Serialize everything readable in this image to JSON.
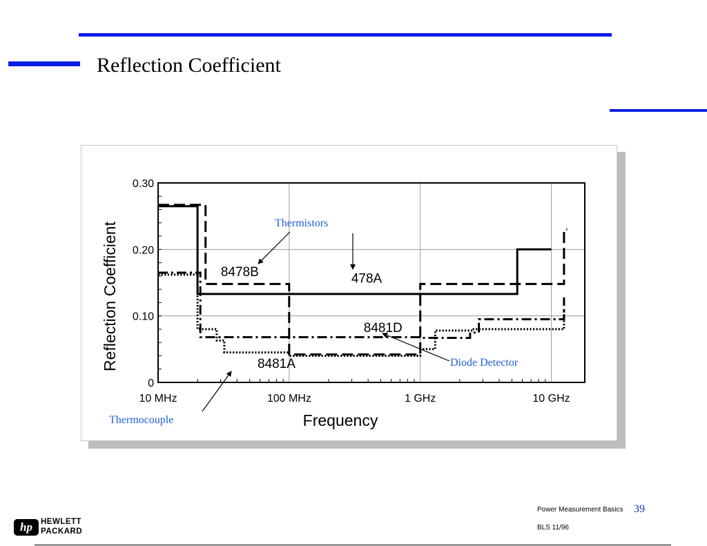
{
  "slide": {
    "title": "Reflection Coefficient",
    "accent_color": "#0a1ee6",
    "annotation_color": "#1f5fd6"
  },
  "annotations": {
    "thermistors": "Thermistors",
    "diode_detector": "Diode Detector",
    "thermocouple": "Thermocouple"
  },
  "footer": {
    "title": "Power Measurement Basics",
    "page_number": "39",
    "date": "BLS  11/96",
    "logo_mark": "hp",
    "logo_line1": "HEWLETT",
    "logo_line2": "PACKARD"
  },
  "chart_data": {
    "type": "line",
    "xlabel": "Frequency",
    "ylabel": "Reflection Coefficient",
    "x_scale": "log",
    "xlim_hz": [
      10000000,
      18000000000
    ],
    "ylim": [
      0,
      0.3
    ],
    "grid": true,
    "x_ticks": [
      {
        "value_hz": 10000000,
        "label": "10 MHz"
      },
      {
        "value_hz": 100000000,
        "label": "100 MHz"
      },
      {
        "value_hz": 1000000000,
        "label": "1 GHz"
      },
      {
        "value_hz": 10000000000,
        "label": "10 GHz"
      }
    ],
    "y_ticks": [
      {
        "value": 0,
        "label": "0"
      },
      {
        "value": 0.1,
        "label": "0.10"
      },
      {
        "value": 0.2,
        "label": "0.20"
      },
      {
        "value": 0.3,
        "label": "0.30"
      }
    ],
    "series": [
      {
        "name": "478A",
        "style": "solid",
        "points": [
          [
            10000000,
            0.265
          ],
          [
            20000000,
            0.265
          ],
          [
            20000000,
            0.133
          ],
          [
            5500000000,
            0.133
          ],
          [
            5500000000,
            0.2
          ],
          [
            10000000000,
            0.2
          ]
        ]
      },
      {
        "name": "8478B",
        "style": "dashed",
        "points": [
          [
            10000000,
            0.267
          ],
          [
            23000000,
            0.267
          ],
          [
            23000000,
            0.148
          ],
          [
            100000000,
            0.148
          ],
          [
            100000000,
            0.042
          ],
          [
            1000000000,
            0.042
          ],
          [
            1000000000,
            0.148
          ],
          [
            12500000000,
            0.148
          ],
          [
            12500000000,
            0.23
          ],
          [
            13200000000,
            0.23
          ]
        ]
      },
      {
        "name": "8481D",
        "style": "dash-dot",
        "points": [
          [
            10000000,
            0.165
          ],
          [
            21000000,
            0.165
          ],
          [
            21000000,
            0.068
          ],
          [
            1000000000,
            0.068
          ],
          [
            1000000000,
            0.067
          ],
          [
            1350000000,
            0.067
          ],
          [
            1350000000,
            0.067
          ],
          [
            2400000000,
            0.067
          ],
          [
            2400000000,
            0.075
          ],
          [
            2800000000,
            0.075
          ],
          [
            2800000000,
            0.095
          ],
          [
            12500000000,
            0.095
          ],
          [
            12500000000,
            0.128
          ]
        ]
      },
      {
        "name": "8481A",
        "style": "dotted",
        "points": [
          [
            10000000,
            0.162
          ],
          [
            20000000,
            0.162
          ],
          [
            20000000,
            0.08
          ],
          [
            28000000,
            0.08
          ],
          [
            28000000,
            0.063
          ],
          [
            32000000,
            0.063
          ],
          [
            32000000,
            0.045
          ],
          [
            100000000,
            0.045
          ],
          [
            100000000,
            0.04
          ],
          [
            1000000000,
            0.04
          ],
          [
            1000000000,
            0.05
          ],
          [
            1200000000,
            0.05
          ],
          [
            1300000000,
            0.05
          ],
          [
            1300000000,
            0.078
          ],
          [
            2500000000,
            0.078
          ],
          [
            2500000000,
            0.08
          ],
          [
            12500000000,
            0.08
          ],
          [
            12500000000,
            0.11
          ]
        ]
      }
    ],
    "series_labels": [
      {
        "name": "8478B",
        "x_hz": 42000000,
        "y": 0.16
      },
      {
        "name": "478A",
        "x_hz": 390000000,
        "y": 0.15
      },
      {
        "name": "8481D",
        "x_hz": 520000000,
        "y": 0.076
      },
      {
        "name": "8481A",
        "x_hz": 80000000,
        "y": 0.022
      }
    ]
  }
}
